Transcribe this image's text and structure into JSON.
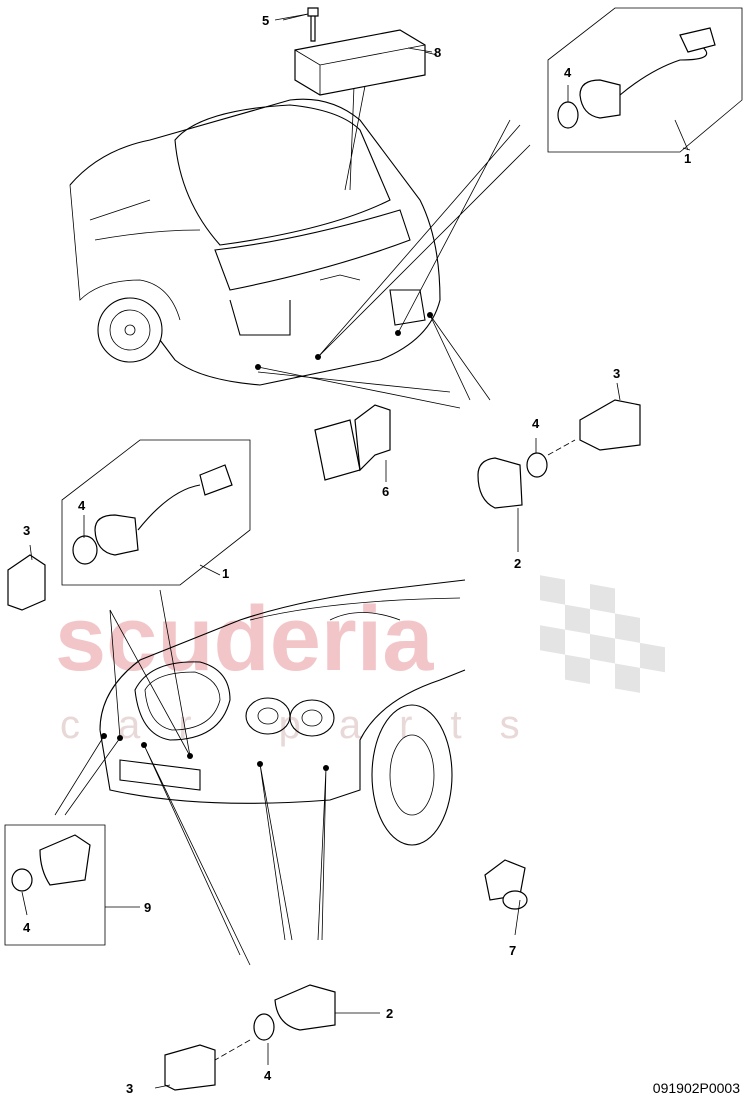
{
  "diagram": {
    "callouts": {
      "c5_top": "5",
      "c8_top": "8",
      "c4_topright": "4",
      "c1_topright": "1",
      "c3_right": "3",
      "c4_right": "4",
      "c6_mid": "6",
      "c2_right": "2",
      "c4_left": "4",
      "c3_left": "3",
      "c1_left": "1",
      "c9_left": "9",
      "c4_bottomleft": "4",
      "c7_right": "7",
      "c2_bottom": "2",
      "c3_bottom": "3",
      "c4_bottom": "4"
    },
    "watermark": {
      "brand": "scuderia",
      "tagline": "car parts"
    },
    "drawing_code": "091902P0003"
  }
}
